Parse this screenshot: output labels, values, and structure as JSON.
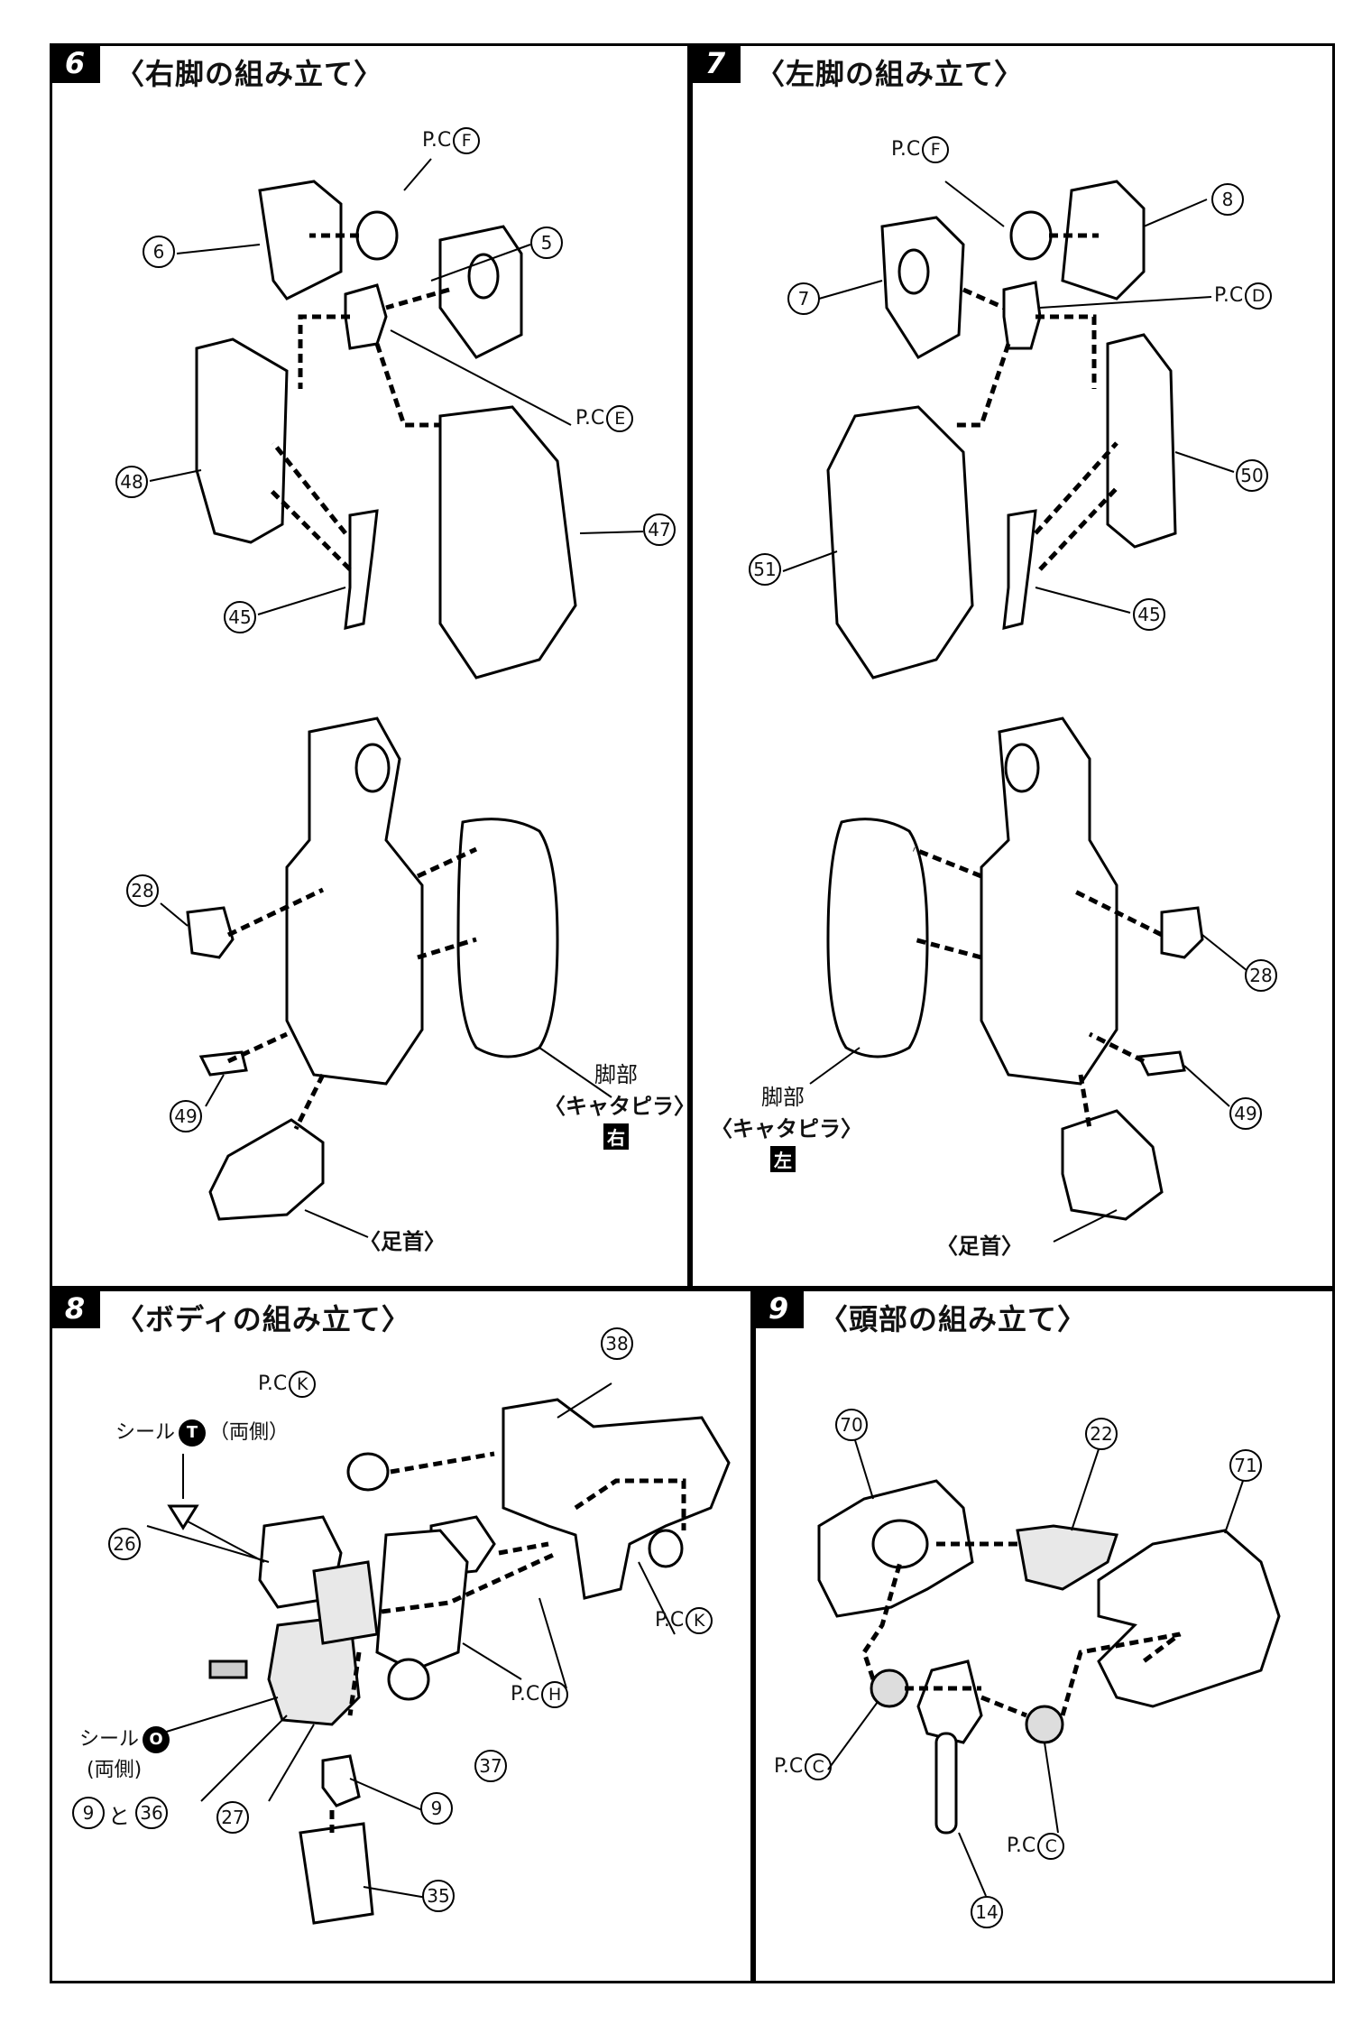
{
  "steps": [
    {
      "number": "6",
      "title": "〈右脚の組み立て〉"
    },
    {
      "number": "7",
      "title": "〈左脚の組み立て〉"
    },
    {
      "number": "8",
      "title": "〈ボディの組み立て〉"
    },
    {
      "number": "9",
      "title": "〈頭部の組み立て〉"
    }
  ],
  "step6": {
    "pc_prefix": "P.C",
    "pc_f": "F",
    "pc_e": "E",
    "parts": [
      "6",
      "5",
      "48",
      "47",
      "45",
      "28",
      "49"
    ],
    "leg_label": "脚部",
    "track_label": "〈キャタピラ〉",
    "side": "右",
    "ankle_label": "〈足首〉"
  },
  "step7": {
    "pc_prefix": "P.C",
    "pc_f": "F",
    "pc_d": "D",
    "parts": [
      "8",
      "7",
      "50",
      "51",
      "45",
      "28",
      "49"
    ],
    "leg_label": "脚部",
    "track_label": "〈キャタピラ〉",
    "side": "左",
    "ankle_label": "〈足首〉"
  },
  "step8": {
    "pc_prefix": "P.C",
    "pc_k": "K",
    "pc_h": "H",
    "seal_label": "シール",
    "seal_t": "T",
    "seal_o": "O",
    "both_sides": "（両側）",
    "both_sides2": "(両側)",
    "parts": [
      "38",
      "26",
      "37",
      "27",
      "9",
      "36",
      "35"
    ],
    "and_text": "と"
  },
  "step9": {
    "pc_prefix": "P.C",
    "pc_c": "C",
    "parts": [
      "70",
      "22",
      "71",
      "14"
    ]
  }
}
